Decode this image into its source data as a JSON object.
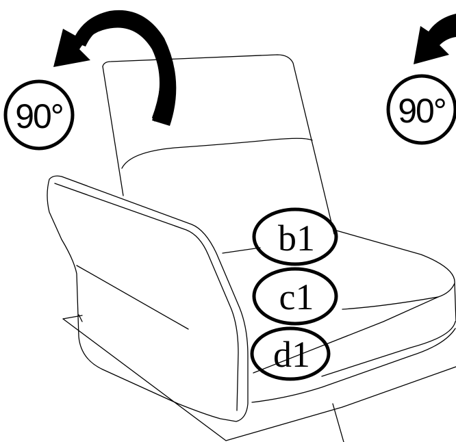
{
  "rotation_labels": {
    "left": "90°",
    "right": "90°"
  },
  "part_labels": {
    "upper": "b1",
    "middle": "c1",
    "lower": "d1"
  },
  "colors": {
    "stroke": "#000000",
    "background": "#ffffff"
  },
  "icons": [
    "rotate-left-arrow-icon",
    "rotate-left-arrow-icon"
  ]
}
